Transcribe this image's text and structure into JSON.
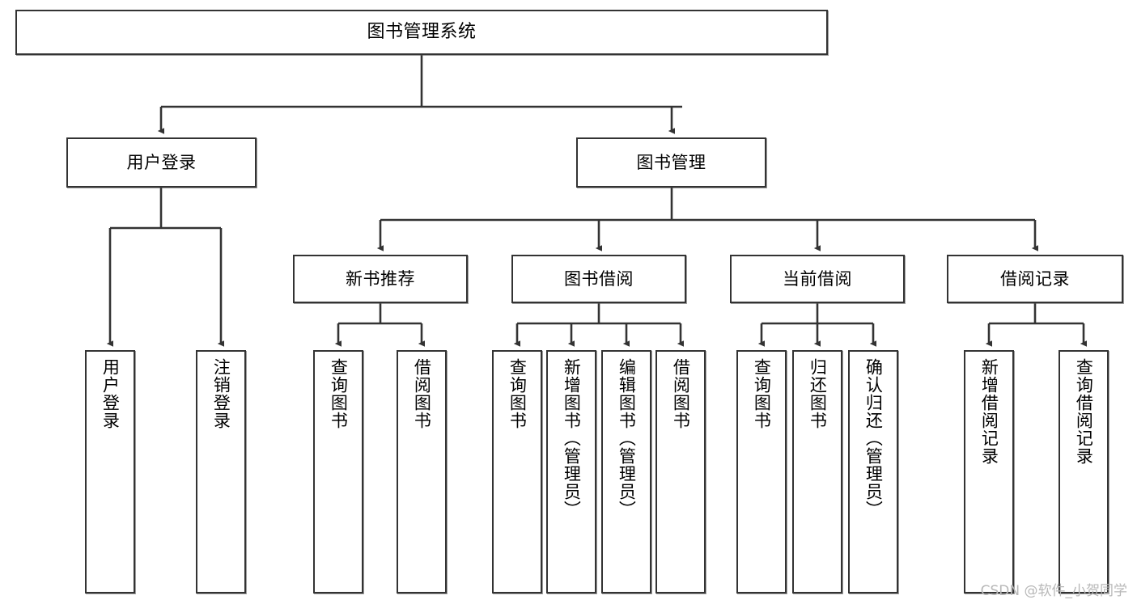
{
  "diagram": {
    "type": "tree",
    "title": "图书管理系统",
    "root": {
      "id": "root",
      "label": "图书管理系统"
    },
    "level2": [
      {
        "id": "user-login",
        "label": "用户登录"
      },
      {
        "id": "book-manage",
        "label": "图书管理"
      }
    ],
    "level3": [
      {
        "id": "new-book-recommend",
        "label": "新书推荐",
        "parent": "book-manage"
      },
      {
        "id": "book-borrow",
        "label": "图书借阅",
        "parent": "book-manage"
      },
      {
        "id": "current-borrow",
        "label": "当前借阅",
        "parent": "book-manage"
      },
      {
        "id": "borrow-record",
        "label": "借阅记录",
        "parent": "book-manage"
      }
    ],
    "leaves": {
      "user_login": [
        {
          "id": "leaf-user-login",
          "label": "用户登录"
        },
        {
          "id": "leaf-user-logout",
          "label": "注销登录"
        }
      ],
      "new_book_recommend": [
        {
          "id": "leaf-query-book-1",
          "label": "查询图书"
        },
        {
          "id": "leaf-borrow-book-1",
          "label": "借阅图书"
        }
      ],
      "book_borrow": [
        {
          "id": "leaf-query-book-2",
          "label": "查询图书"
        },
        {
          "id": "leaf-add-book",
          "label": "新增图书（管理员）"
        },
        {
          "id": "leaf-edit-book",
          "label": "编辑图书（管理员）"
        },
        {
          "id": "leaf-borrow-book-2",
          "label": "借阅图书"
        }
      ],
      "current_borrow": [
        {
          "id": "leaf-query-book-3",
          "label": "查询图书"
        },
        {
          "id": "leaf-return-book",
          "label": "归还图书"
        },
        {
          "id": "leaf-confirm-return",
          "label": "确认归还（管理员）"
        }
      ],
      "borrow_record": [
        {
          "id": "leaf-add-record",
          "label": "新增借阅记录"
        },
        {
          "id": "leaf-query-record",
          "label": "查询借阅记录"
        }
      ]
    },
    "colors": {
      "stroke": "#333333",
      "fill": "#ffffff",
      "text": "#000000",
      "watermark": "#b8b8b8"
    }
  },
  "watermark": {
    "text": "CSDN @软件_小贺同学"
  }
}
